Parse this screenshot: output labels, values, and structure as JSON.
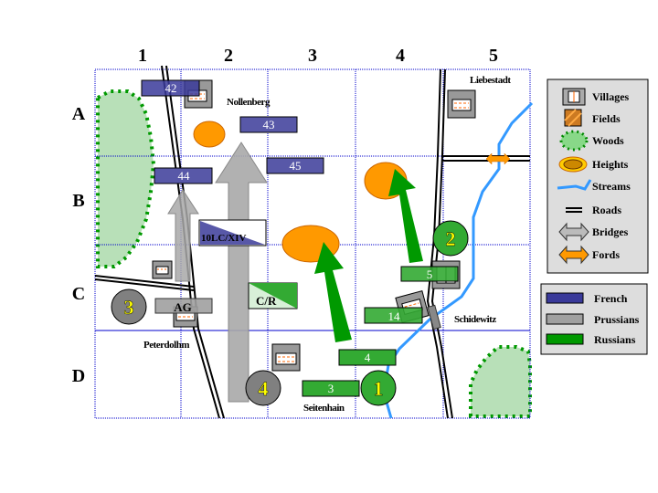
{
  "grid": {
    "columns": [
      "1",
      "2",
      "3",
      "4",
      "5"
    ],
    "rows": [
      "A",
      "B",
      "C",
      "D"
    ]
  },
  "towns": [
    {
      "id": "nollenberg",
      "name": "Nollenberg"
    },
    {
      "id": "liebestadt",
      "name": "Liebestadt"
    },
    {
      "id": "peterdolhm",
      "name": "Peterdolhm"
    },
    {
      "id": "schidewitz",
      "name": "Schidewitz"
    },
    {
      "id": "seitenhain",
      "name": "Seitenhain"
    }
  ],
  "units": {
    "french": [
      {
        "id": "f42",
        "label": "42"
      },
      {
        "id": "f43",
        "label": "43"
      },
      {
        "id": "f44",
        "label": "44"
      },
      {
        "id": "f45",
        "label": "45"
      },
      {
        "id": "f10lc",
        "label": "10LC/XIV"
      }
    ],
    "prussians": [
      {
        "id": "pag",
        "label": "AG"
      },
      {
        "id": "pcorps3",
        "label": "3"
      },
      {
        "id": "pcorps4",
        "label": "4"
      }
    ],
    "russians": [
      {
        "id": "r5",
        "label": "5"
      },
      {
        "id": "r14",
        "label": "14"
      },
      {
        "id": "r4",
        "label": "4"
      },
      {
        "id": "r3",
        "label": "3"
      },
      {
        "id": "rcr",
        "label": "C/R"
      },
      {
        "id": "rcorps1",
        "label": "1"
      },
      {
        "id": "rcorps2",
        "label": "2"
      }
    ]
  },
  "terrain_legend": {
    "items": [
      {
        "icon": "village-icon",
        "label": "Villages"
      },
      {
        "icon": "field-icon",
        "label": "Fields"
      },
      {
        "icon": "woods-icon",
        "label": "Woods"
      },
      {
        "icon": "heights-icon",
        "label": "Heights"
      },
      {
        "icon": "stream-icon",
        "label": "Streams"
      },
      {
        "icon": "road-icon",
        "label": "Roads"
      },
      {
        "icon": "bridge-icon",
        "label": "Bridges"
      },
      {
        "icon": "ford-icon",
        "label": "Fords"
      }
    ]
  },
  "army_legend": {
    "items": [
      {
        "label": "French",
        "color": "#3a3a9a"
      },
      {
        "label": "Prussians",
        "color": "#a0a0a0"
      },
      {
        "label": "Russians",
        "color": "#009900"
      }
    ]
  },
  "colors": {
    "french": "#5858a8",
    "prussian": "#a0a0a0",
    "russian": "#33aa33",
    "russian_arrow": "#009900",
    "heights": "#ff9900",
    "woods": "#b8e0b8",
    "woods_border": "#009900",
    "stream": "#3399ff",
    "grid": "#0000cc"
  }
}
